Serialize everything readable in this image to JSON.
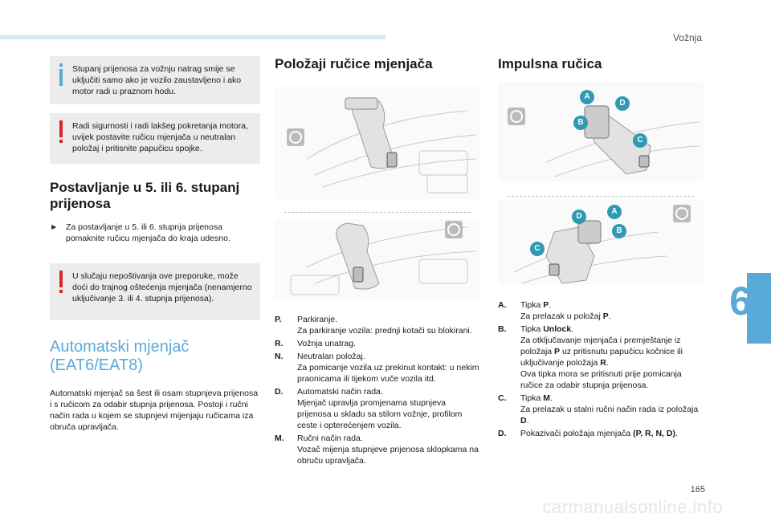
{
  "header": {
    "section": "Vožnja"
  },
  "chapter": {
    "number": "6"
  },
  "footer": {
    "page_number": "165",
    "watermark": "carmanualsonline.info"
  },
  "left": {
    "note_info": "Stupanj prijenosa za vožnju natrag smije se uključiti samo ako je vozilo zaustavljeno i ako motor radi u praznom hodu.",
    "note_warn1": "Radi sigurnosti i radi lakšeg pokretanja motora, uvijek postavite ručicu mjenjača u neutralan položaj i pritisnite papučicu spojke.",
    "heading": "Postavljanje u 5. ili 6. stupanj prijenosa",
    "bullet": "Za postavljanje u 5. ili 6. stupnja prijenosa pomaknite ručicu mjenjača do kraja udesno.",
    "note_warn2": "U slučaju nepoštivanja ove preporuke, može doći do trajnog oštećenja mjenjača (nenamjerno uključivanje 3. ili 4. stupnja prijenosa).",
    "heading_big": "Automatski mjenjač (EAT6/EAT8)",
    "body": "Automatski mjenjač sa šest ili osam stupnjeva prijenosa i s ručicom za odabir stupnja prijenosa. Postoji i ručni način rada u kojem se stupnjevi mijenjaju ručicama iza obruča upravljača."
  },
  "middle": {
    "heading": "Položaji ručice mjenjača",
    "items": [
      {
        "key": "P.",
        "text": "Parkiranje.\nZa parkiranje vozila: prednji kotači su blokirani."
      },
      {
        "key": "R.",
        "text": "Vožnja unatrag."
      },
      {
        "key": "N.",
        "text": "Neutralan položaj.\nZa pomicanje vozila uz prekinut kontakt: u nekim praonicama ili tijekom vuče vozila itd."
      },
      {
        "key": "D.",
        "text": "Automatski način rada.\nMjenjač upravlja promjenama stupnjeva prijenosa u skladu sa stilom vožnje, profilom ceste i opterećenjem vozila."
      },
      {
        "key": "M.",
        "text": "Ručni način rada.\nVozač mijenja stupnjeve prijenosa sklopkama na obruču upravljača."
      }
    ]
  },
  "right": {
    "heading": "Impulsna ručica",
    "badges": {
      "a": "A",
      "b": "B",
      "c": "C",
      "d": "D"
    },
    "items": {
      "a_key": "A.",
      "a_l1": "Tipka ",
      "a_b1": "P",
      "a_l2": ".",
      "a_l3": "Za prelazak u položaj ",
      "a_b2": "P",
      "a_l4": ".",
      "b_key": "B.",
      "b_l1": "Tipka ",
      "b_b1": "Unlock",
      "b_l2": ".",
      "b_l3": "Za otključavanje mjenjača i premještanje iz položaja ",
      "b_b2": "P",
      "b_l4": " uz pritisnutu papučicu kočnice ili uključivanje položaja ",
      "b_b3": "R",
      "b_l5": ".",
      "b_l6": "Ova tipka mora se pritisnuti prije pomicanja ručice za odabir stupnja prijenosa.",
      "c_key": "C.",
      "c_l1": "Tipka ",
      "c_b1": "M",
      "c_l2": ".",
      "c_l3": "Za prelazak u stalni ručni način rada iz položaja ",
      "c_b2": "D",
      "c_l4": ".",
      "d_key": "D.",
      "d_l1": "Pokazivači položaja mjenjača ",
      "d_b1": "(P, R, N, D)",
      "d_l2": "."
    }
  }
}
